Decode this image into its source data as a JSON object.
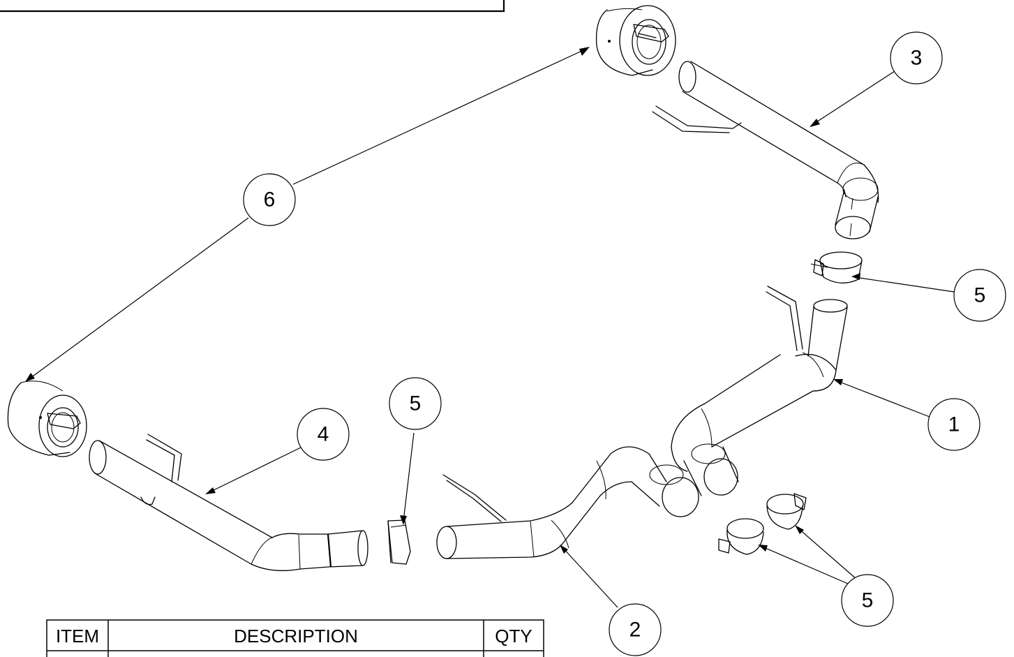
{
  "balloons": [
    {
      "id": "b6",
      "label": "6"
    },
    {
      "id": "b3",
      "label": "3"
    },
    {
      "id": "b5a",
      "label": "5"
    },
    {
      "id": "b5b",
      "label": "5"
    },
    {
      "id": "b4",
      "label": "4"
    },
    {
      "id": "b1",
      "label": "1"
    },
    {
      "id": "b5c",
      "label": "5"
    },
    {
      "id": "b2",
      "label": "2"
    }
  ],
  "bom": {
    "headers": [
      "ITEM",
      "DESCRIPTION",
      "QTY"
    ]
  }
}
